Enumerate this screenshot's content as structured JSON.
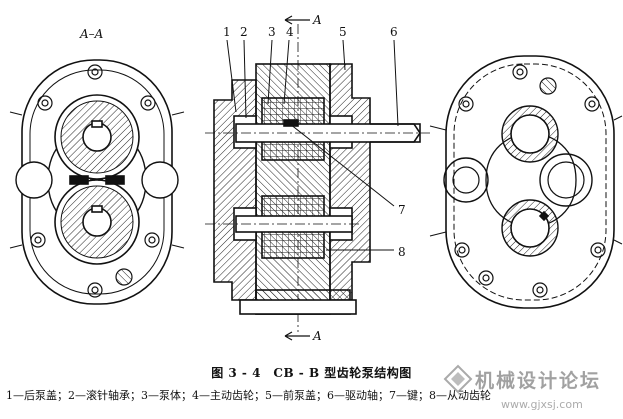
{
  "labels": {
    "section_left": "A–A",
    "section_top": "A",
    "section_bottom": "A",
    "n1": "1",
    "n2": "2",
    "n3": "3",
    "n4": "4",
    "n5": "5",
    "n6": "6",
    "n7": "7",
    "n8": "8"
  },
  "caption": {
    "title": "图 3 - 4　CB - B 型齿轮泵结构图",
    "legend": "1—后泵盖；2—滚针轴承；3—泵体；4—主动齿轮；5—前泵盖；6—驱动轴；7—键；8—从动齿轮"
  },
  "watermark": {
    "title": "机械设计论坛",
    "url": "www.gjxsj.com"
  }
}
